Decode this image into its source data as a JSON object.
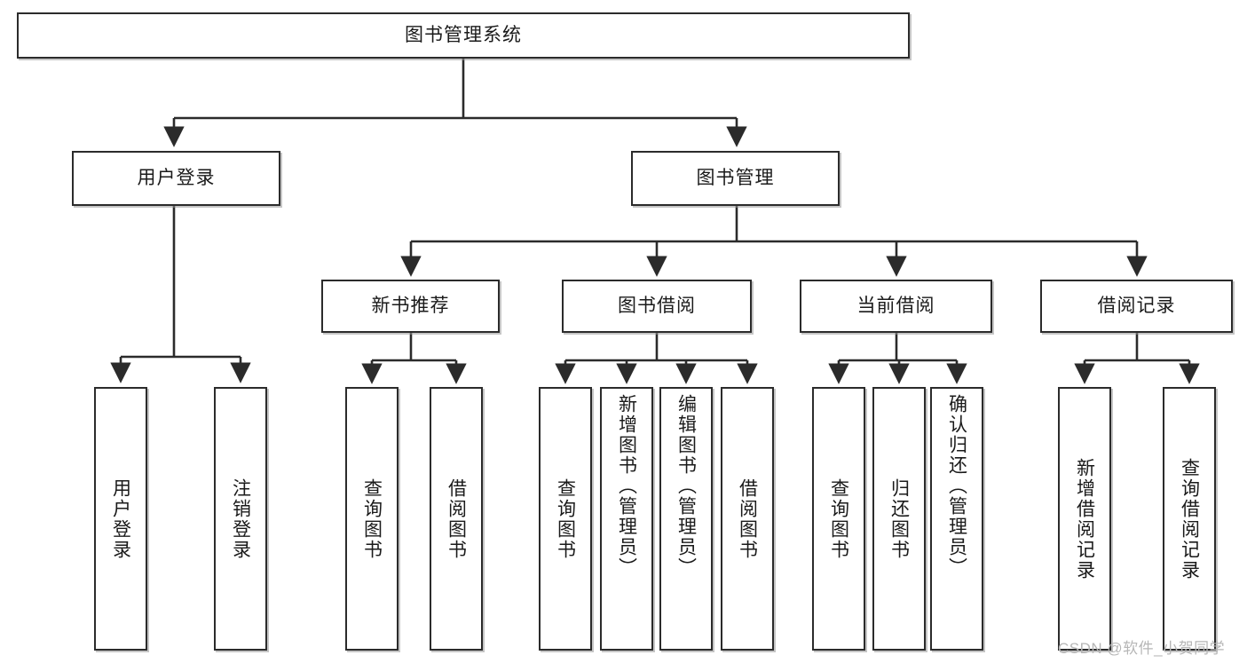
{
  "diagram": {
    "title": "图书管理系统",
    "type": "tree-hierarchy",
    "root": {
      "label": "图书管理系统"
    },
    "level2": [
      {
        "label": "用户登录"
      },
      {
        "label": "图书管理"
      }
    ],
    "level3": [
      {
        "label": "新书推荐"
      },
      {
        "label": "图书借阅"
      },
      {
        "label": "当前借阅"
      },
      {
        "label": "借阅记录"
      }
    ],
    "leaves": {
      "user_login": [
        {
          "label": "用户登录"
        },
        {
          "label": "注销登录"
        }
      ],
      "new_book_recommend": [
        {
          "label": "查询图书"
        },
        {
          "label": "借阅图书"
        }
      ],
      "book_borrow": [
        {
          "label": "查询图书"
        },
        {
          "label": "新增图书（管理员）"
        },
        {
          "label": "编辑图书（管理员）"
        },
        {
          "label": "借阅图书"
        }
      ],
      "current_borrow": [
        {
          "label": "查询图书"
        },
        {
          "label": "归还图书"
        },
        {
          "label": "确认归还（管理员）"
        }
      ],
      "borrow_record": [
        {
          "label": "新增借阅记录"
        },
        {
          "label": "查询借阅记录"
        }
      ]
    }
  },
  "watermark": {
    "text": "CSDN @软件_小贺同学"
  },
  "colors": {
    "border": "#2b2b2b",
    "background": "#ffffff",
    "text": "#1a1a1a",
    "watermark": "#b6b6b6"
  }
}
